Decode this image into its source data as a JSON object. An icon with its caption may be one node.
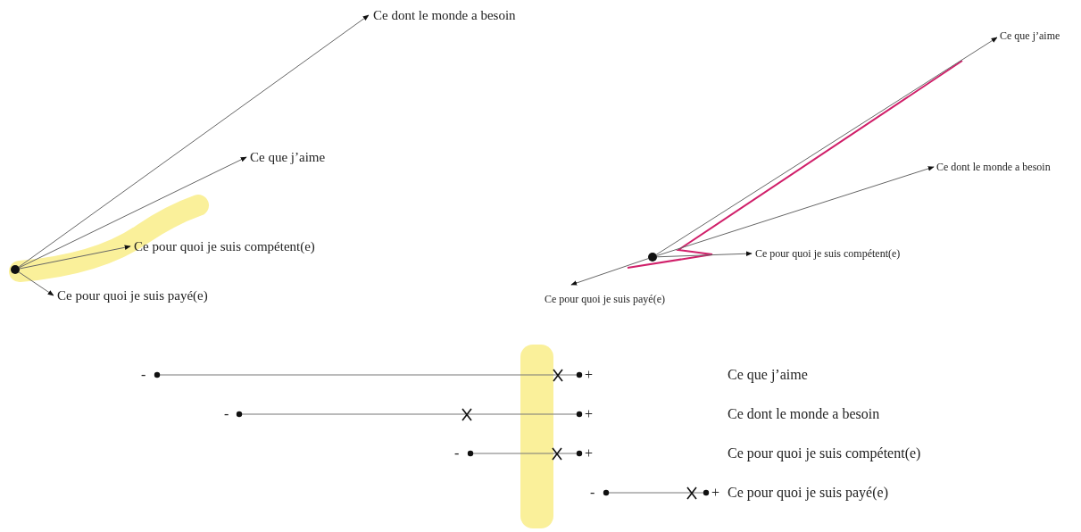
{
  "diagram": {
    "nodes": [
      {
        "text": [],
        "shape": "circle"
      },
      {
        "text": [
          "Ce dont le monde a besoin"
        ]
      },
      {
        "text": [
          "Ce que j’aime"
        ]
      },
      {
        "text": [
          "Ce pour quoi je suis compétent(e)"
        ]
      },
      {
        "text": [
          "Ce pour quoi je suis payé(e)"
        ]
      },
      {
        "text": [],
        "shape": "circle"
      },
      {
        "text": [
          "Ce que j’aime"
        ]
      },
      {
        "text": [
          "Ce dont le monde a besoin"
        ]
      },
      {
        "text": [
          "Ce pour quoi je suis compétent(e)"
        ]
      },
      {
        "text": [
          "Ce pour quoi je suis payé(e)"
        ]
      }
    ],
    "edges": [
      {
        "from": 0,
        "to": 1,
        "arrow": "to"
      },
      {
        "from": 0,
        "to": 2,
        "arrow": "to"
      },
      {
        "from": 0,
        "to": 3,
        "arrow": "to"
      },
      {
        "from": 0,
        "to": 4,
        "arrow": "to"
      },
      {
        "from": 5,
        "to": 6,
        "arrow": "to"
      },
      {
        "from": 5,
        "to": 7,
        "arrow": "to"
      },
      {
        "from": 5,
        "to": 8,
        "arrow": "to"
      },
      {
        "from": 5,
        "to": 9,
        "arrow": "to"
      }
    ],
    "labels": [
      "-",
      "+",
      "Ce que j’aime",
      "-",
      "+",
      "Ce dont le monde a besoin",
      "-",
      "+",
      "Ce pour quoi je suis compétent(e)",
      "-",
      "+",
      "Ce pour quoi je suis payé(e)"
    ]
  }
}
